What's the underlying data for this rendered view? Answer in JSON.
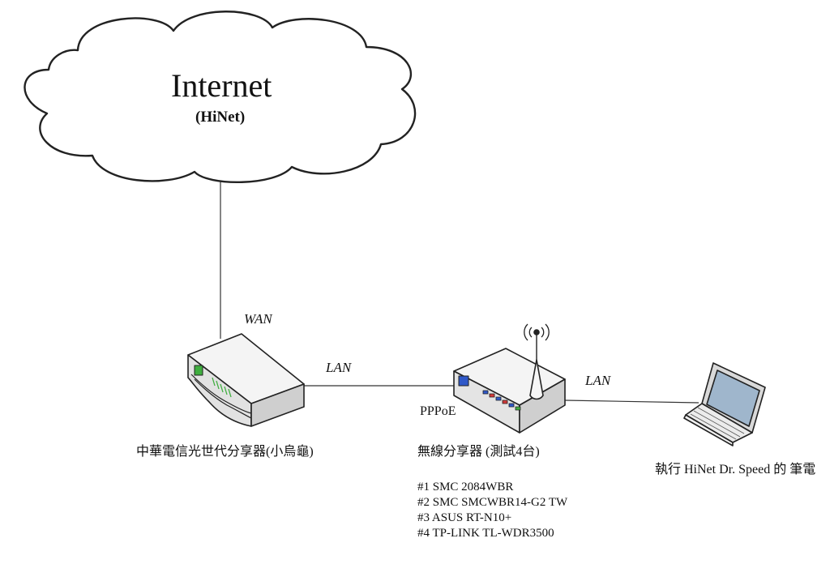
{
  "cloud": {
    "title": "Internet",
    "subtitle": "(HiNet)"
  },
  "links": {
    "wan": "WAN",
    "lan_left": "LAN",
    "lan_right": "LAN",
    "pppoe": "PPPoE"
  },
  "devices": {
    "fiber_router": "中華電信光世代分享器(小烏龜)",
    "wireless_router": "無線分享器 (測試4台)",
    "laptop": "執行 HiNet Dr. Speed 的 筆電"
  },
  "router_models": [
    "#1 SMC  2084WBR",
    "#2 SMC SMCWBR14-G2 TW",
    "#3 ASUS RT-N10+",
    "#4 TP-LINK TL-WDR3500"
  ],
  "colors": {
    "stroke": "#222222",
    "router_top": "#f2f2f2",
    "router_side": "#d6d6d6",
    "port_green": "#3fae3f",
    "port_blue": "#2f58c8",
    "port_red": "#d23a3a"
  }
}
